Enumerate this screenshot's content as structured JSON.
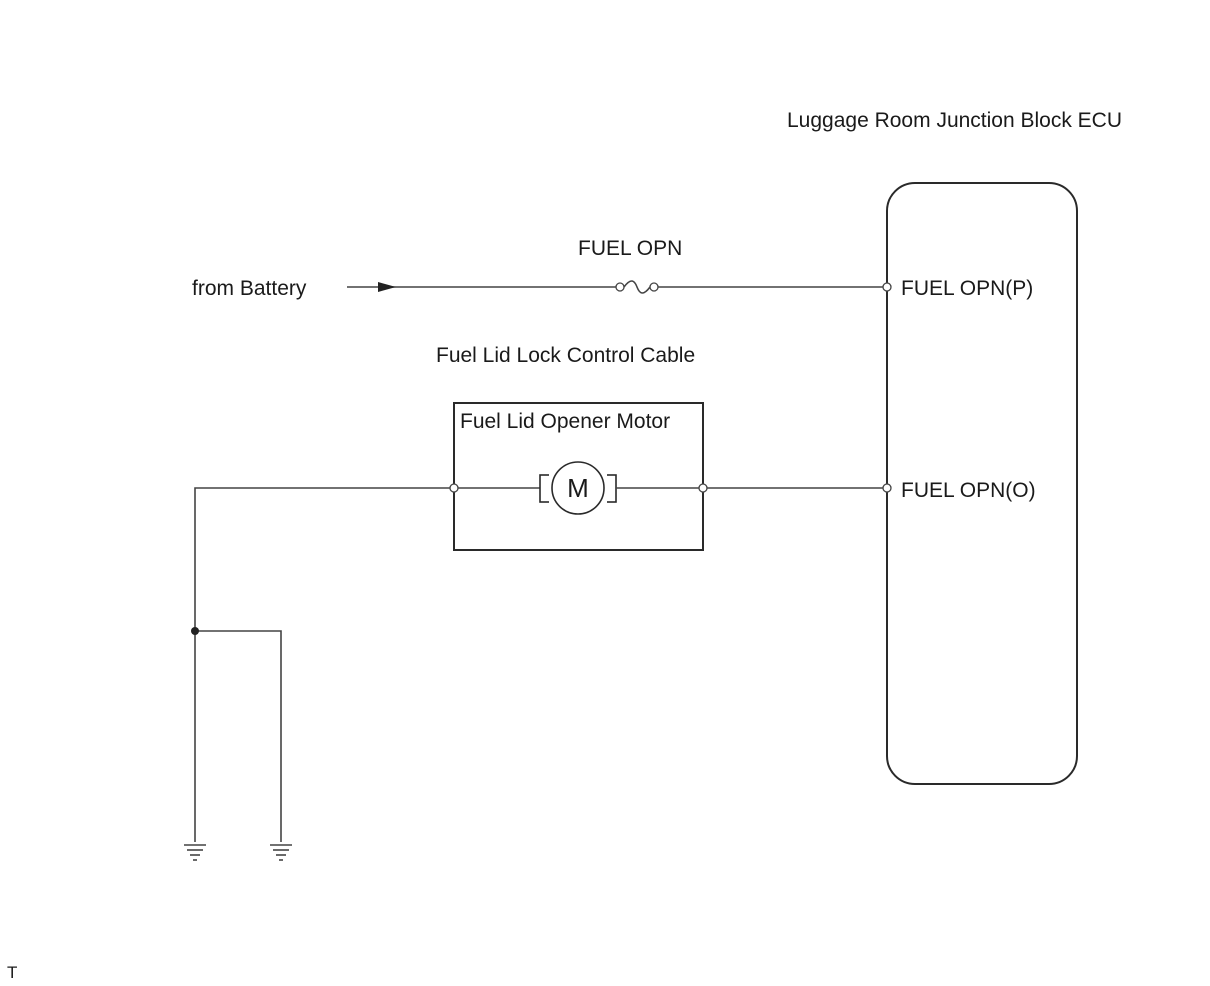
{
  "ecu": {
    "title": "Luggage Room Junction Block ECU",
    "pin_power": "FUEL OPN(P)",
    "pin_output": "FUEL OPN(O)"
  },
  "power": {
    "source_label": "from Battery",
    "fuse_label": "FUEL OPN"
  },
  "cable_label": "Fuel Lid Lock Control Cable",
  "motor": {
    "label": "Fuel Lid Opener Motor",
    "symbol": "M"
  },
  "footer_mark": "T",
  "icons": {
    "fuse": "fuse-icon",
    "motor": "motor-icon",
    "ground": "ground-icon",
    "arrow": "arrow-right-icon"
  }
}
